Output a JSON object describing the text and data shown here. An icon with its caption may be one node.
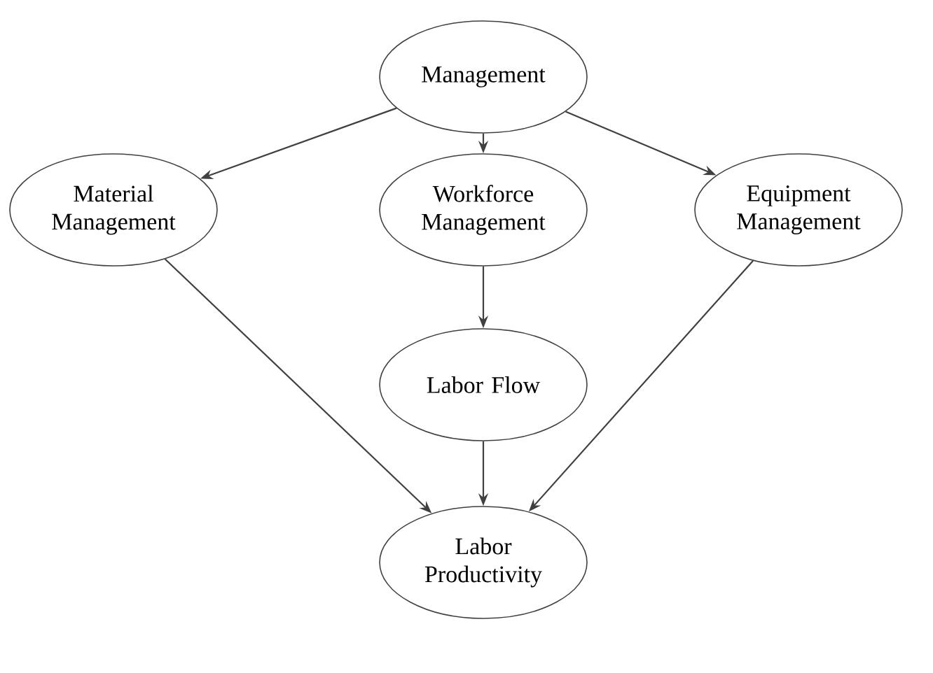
{
  "diagram": {
    "nodes": [
      {
        "text": [
          "Management"
        ]
      },
      {
        "text": [
          "Material Management"
        ]
      },
      {
        "text": [
          "Workforce Management"
        ]
      },
      {
        "text": [
          "Equipment Management"
        ]
      },
      {
        "text": [
          "Labor Flow"
        ]
      },
      {
        "text": [
          "Labor Productivity"
        ]
      }
    ],
    "edges": [
      {
        "from": 0,
        "to": 1,
        "arrow": "to"
      },
      {
        "from": 0,
        "to": 2,
        "arrow": "to"
      },
      {
        "from": 0,
        "to": 3,
        "arrow": "to"
      },
      {
        "from": 2,
        "to": 4,
        "arrow": "to"
      },
      {
        "from": 4,
        "to": 5,
        "arrow": "to"
      },
      {
        "from": 1,
        "to": 5,
        "arrow": "to"
      },
      {
        "from": 3,
        "to": 5,
        "arrow": "to"
      }
    ]
  }
}
